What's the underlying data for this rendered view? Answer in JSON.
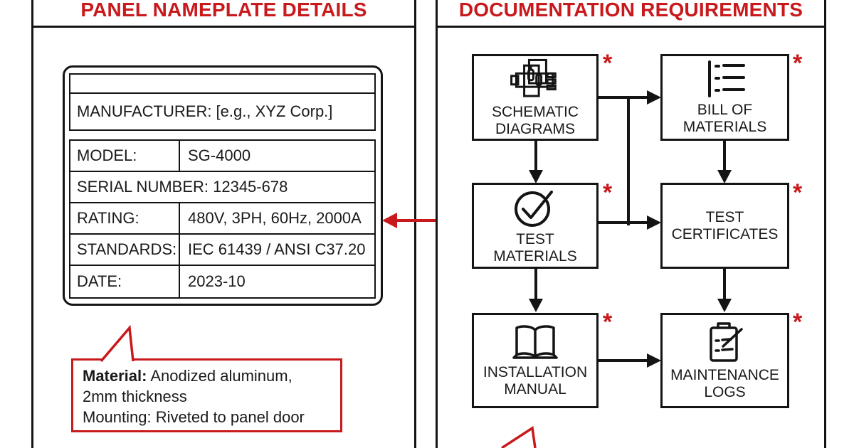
{
  "colors": {
    "accent_red": "#c8191c",
    "line_black": "#141414",
    "background": "#ffffff"
  },
  "left_panel": {
    "title": "PANEL NAMEPLATE DETAILS",
    "nameplate": {
      "manufacturer_row": "MANUFACTURER: [e.g., XYZ Corp.]",
      "rows": [
        {
          "label": "MODEL:",
          "value": "SG-4000"
        },
        {
          "label": "SERIAL NUMBER: 12345-678",
          "value": ""
        },
        {
          "label": "RATING:",
          "value": "480V, 3PH, 60Hz, 2000A"
        },
        {
          "label": "STANDARDS:",
          "value": "IEC 61439 / ANSI C37.20"
        },
        {
          "label": "DATE:",
          "value": "2023-10"
        }
      ]
    },
    "callout": {
      "line1_label": "Material:",
      "line1_text": " Anodized aluminum,",
      "line2": "2mm thickness",
      "line3_label": "Mounting:",
      "line3_text": " Riveted to panel door"
    }
  },
  "right_panel": {
    "title": "DOCUMENTATION REQUIREMENTS",
    "required_marker": "*",
    "boxes": [
      {
        "line1": "SCHEMATIC",
        "line2": "DIAGRAMS",
        "icon": "schematic-icon"
      },
      {
        "line1": "BILL OF",
        "line2": "MATERIALS",
        "icon": "list-icon"
      },
      {
        "line1": "TEST",
        "line2": "MATERIALS",
        "icon": "check-circle-icon"
      },
      {
        "line1": "TEST",
        "line2": "CERTIFICATES",
        "icon": ""
      },
      {
        "line1": "INSTALLATION",
        "line2": "MANUAL",
        "icon": "open-book-icon"
      },
      {
        "line1": "MAINTENANCE",
        "line2": "LOGS",
        "icon": "clipboard-pencil-icon"
      }
    ]
  }
}
